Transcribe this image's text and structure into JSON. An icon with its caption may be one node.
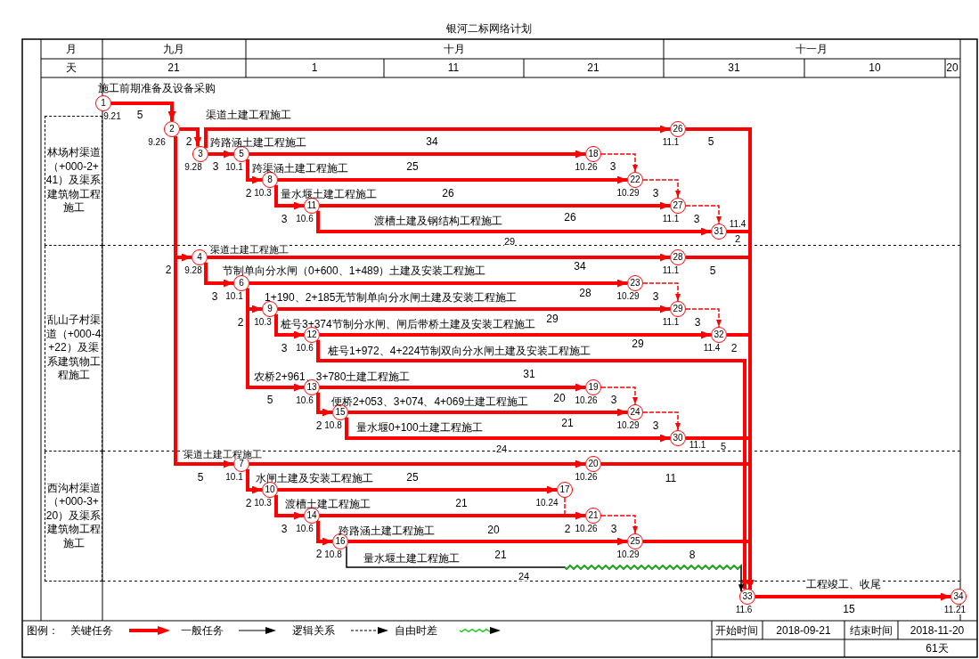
{
  "diagram": {
    "title": "银河二标网络计划",
    "nodes": [
      {
        "text": [
          "1"
        ],
        "beside": [
          "9.21"
        ]
      },
      {
        "text": [
          "林场村渠道（+000-2+41）及渠系建筑物工程施工"
        ]
      },
      {
        "text": [
          "2"
        ],
        "beside": [
          "9.26"
        ]
      },
      {
        "text": [
          "3"
        ],
        "beside": [
          "9.28"
        ]
      },
      {
        "text": [
          "5"
        ],
        "beside": [
          "10.1"
        ]
      },
      {
        "text": [
          "8"
        ],
        "beside": [
          "10.3"
        ]
      },
      {
        "text": [
          "11"
        ],
        "beside": [
          "10.6"
        ]
      },
      {
        "text": [
          "18"
        ],
        "beside": [
          "10.26"
        ]
      },
      {
        "text": [
          "22"
        ],
        "beside": [
          "10.29"
        ]
      },
      {
        "text": [
          "26"
        ],
        "beside": [
          "11.1"
        ]
      },
      {
        "text": [
          "27"
        ],
        "beside": [
          "11.1"
        ]
      },
      {
        "text": [
          "31"
        ],
        "beside": [
          "11.4"
        ]
      },
      {
        "text": [
          "乱山子村渠道（+000-4+22）及渠系建筑物工程施工"
        ]
      },
      {
        "text": [
          "4"
        ],
        "beside": [
          "9.28"
        ]
      },
      {
        "text": [
          "6"
        ],
        "beside": [
          "10.1"
        ]
      },
      {
        "text": [
          "9"
        ],
        "beside": [
          "10.3"
        ]
      },
      {
        "text": [
          "12"
        ],
        "beside": [
          "10.6"
        ]
      },
      {
        "text": [
          "13"
        ],
        "beside": [
          "10.6"
        ]
      },
      {
        "text": [
          "15"
        ],
        "beside": [
          "10.8"
        ]
      },
      {
        "text": [
          "19"
        ],
        "beside": [
          "10.26"
        ]
      },
      {
        "text": [
          "23"
        ],
        "beside": [
          "10.29"
        ]
      },
      {
        "text": [
          "24"
        ],
        "beside": [
          "10.29"
        ]
      },
      {
        "text": [
          "28"
        ],
        "beside": [
          "11.1"
        ]
      },
      {
        "text": [
          "29"
        ],
        "beside": [
          "11.1"
        ]
      },
      {
        "text": [
          "30"
        ],
        "beside": [
          "11.1"
        ]
      },
      {
        "text": [
          "32"
        ],
        "beside": [
          "11.4"
        ]
      },
      {
        "text": [
          "西沟村渠道（+000-3+20）及渠系建筑物工程施工"
        ]
      },
      {
        "text": [
          "7"
        ],
        "beside": [
          "10.1"
        ]
      },
      {
        "text": [
          "10"
        ],
        "beside": [
          "10.3"
        ]
      },
      {
        "text": [
          "14"
        ],
        "beside": [
          "10.6"
        ]
      },
      {
        "text": [
          "16"
        ],
        "beside": [
          "10.8"
        ]
      },
      {
        "text": [
          "17"
        ],
        "beside": [
          "10.24"
        ]
      },
      {
        "text": [
          "20"
        ],
        "beside": [
          "10.26"
        ]
      },
      {
        "text": [
          "21"
        ],
        "beside": [
          "10.26"
        ]
      },
      {
        "text": [
          "25"
        ],
        "beside": [
          "10.29"
        ]
      },
      {
        "text": [
          "33"
        ],
        "beside": [
          "11.6"
        ]
      },
      {
        "text": [
          "34"
        ],
        "beside": [
          "11.21"
        ]
      }
    ],
    "edges": [
      {
        "from": 0,
        "to": 2,
        "arrow": "to",
        "label": "施工前期准备及设备采购"
      },
      {
        "from": 2,
        "to": 3,
        "arrow": "to"
      },
      {
        "from": 3,
        "to": 9,
        "arrow": "to",
        "label": "渠道土建工程施工"
      },
      {
        "from": 3,
        "to": 4,
        "arrow": "to"
      },
      {
        "from": 4,
        "to": 7,
        "arrow": "to",
        "label": "跨路涵土建工程施工"
      },
      {
        "from": 4,
        "to": 5,
        "arrow": "to"
      },
      {
        "from": 5,
        "to": 8,
        "arrow": "to",
        "label": "跨渠涵土建工程施工"
      },
      {
        "from": 5,
        "to": 6,
        "arrow": "to"
      },
      {
        "from": 6,
        "to": 10,
        "arrow": "to",
        "label": "量水堰土建工程施工"
      },
      {
        "from": 6,
        "to": 11,
        "arrow": "to",
        "label": "渡槽土建及钢结构工程施工"
      },
      {
        "from": 7,
        "to": 8,
        "arrow": "to",
        "style": "dashed"
      },
      {
        "from": 8,
        "to": 10,
        "arrow": "to",
        "style": "dashed"
      },
      {
        "from": 10,
        "to": 11,
        "arrow": "to",
        "style": "dashed"
      },
      {
        "from": 9,
        "to": 35,
        "arrow": "to"
      },
      {
        "from": 11,
        "to": 35,
        "arrow": "to"
      },
      {
        "from": 2,
        "to": 13,
        "arrow": "to"
      },
      {
        "from": 13,
        "to": 22,
        "arrow": "to",
        "label": "渠道土建工程施工"
      },
      {
        "from": 13,
        "to": 14,
        "arrow": "to"
      },
      {
        "from": 14,
        "to": 20,
        "arrow": "to",
        "label": "节制单向分水闸（0+600、1+489）土建及安装工程施工"
      },
      {
        "from": 14,
        "to": 15,
        "arrow": "to"
      },
      {
        "from": 15,
        "to": 23,
        "arrow": "to",
        "label": "1+190、2+185无节制单向分水闸土建及安装工程施工"
      },
      {
        "from": 15,
        "to": 16,
        "arrow": "to"
      },
      {
        "from": 16,
        "to": 25,
        "arrow": "to",
        "label": "桩号3+374节制分水闸、闸后带桥土建及安装工程施工"
      },
      {
        "from": 16,
        "to": 35,
        "arrow": "to",
        "label": "桩号1+972、4+224节制双向分水闸土建及安装工程施工"
      },
      {
        "from": 14,
        "to": 17,
        "arrow": "to"
      },
      {
        "from": 17,
        "to": 19,
        "arrow": "to",
        "label": "农桥2+961、3+780土建工程施工"
      },
      {
        "from": 17,
        "to": 18,
        "arrow": "to"
      },
      {
        "from": 18,
        "to": 21,
        "arrow": "to",
        "label": "便桥2+053、3+074、4+069土建工程施工"
      },
      {
        "from": 18,
        "to": 24,
        "arrow": "to",
        "label": "量水堰0+100土建工程施工"
      },
      {
        "from": 19,
        "to": 21,
        "arrow": "to",
        "style": "dashed"
      },
      {
        "from": 21,
        "to": 24,
        "arrow": "to",
        "style": "dashed"
      },
      {
        "from": 20,
        "to": 23,
        "arrow": "to",
        "style": "dashed"
      },
      {
        "from": 23,
        "to": 25,
        "arrow": "to",
        "style": "dashed"
      },
      {
        "from": 22,
        "to": 35,
        "arrow": "to"
      },
      {
        "from": 25,
        "to": 35,
        "arrow": "to"
      },
      {
        "from": 24,
        "to": 35,
        "arrow": "to"
      },
      {
        "from": 2,
        "to": 27,
        "arrow": "to"
      },
      {
        "from": 27,
        "to": 32,
        "arrow": "to",
        "label": "渠道土建工程施工"
      },
      {
        "from": 27,
        "to": 28,
        "arrow": "to"
      },
      {
        "from": 28,
        "to": 31,
        "arrow": "to",
        "label": "水闸土建及安装工程施工"
      },
      {
        "from": 28,
        "to": 29,
        "arrow": "to"
      },
      {
        "from": 29,
        "to": 33,
        "arrow": "to",
        "label": "渡槽土建工程施工"
      },
      {
        "from": 29,
        "to": 30,
        "arrow": "to"
      },
      {
        "from": 30,
        "to": 34,
        "arrow": "to",
        "label": "跨路涵土建工程施工"
      },
      {
        "from": 30,
        "to": 35,
        "arrow": "to",
        "label": "量水堰土建工程施工",
        "color": "#000000"
      },
      {
        "from": 31,
        "to": 33,
        "arrow": "to",
        "style": "dashed"
      },
      {
        "from": 33,
        "to": 34,
        "arrow": "to",
        "style": "dashed"
      },
      {
        "from": 32,
        "to": 35,
        "arrow": "to"
      },
      {
        "from": 34,
        "to": 35,
        "arrow": "to"
      },
      {
        "from": 35,
        "to": 36,
        "arrow": "to",
        "label": "工程竣工、收尾"
      }
    ],
    "labels": [
      "月",
      "九月",
      "十月",
      "十一月",
      "天",
      "21",
      "1",
      "11",
      "21",
      "31",
      "10",
      "20",
      "5",
      "2",
      "34",
      "5",
      "3",
      "25",
      "3",
      "2",
      "26",
      "3",
      "3",
      "26",
      "3",
      "29",
      "2",
      "2",
      "34",
      "5",
      "3",
      "28",
      "3",
      "2",
      "29",
      "3",
      "3",
      "29",
      "2",
      "31",
      "5",
      "20",
      "3",
      "2",
      "21",
      "3",
      "24",
      "5",
      "5",
      "25",
      "11",
      "2",
      "21",
      "3",
      "20",
      "2",
      "3",
      "2",
      "21",
      "8",
      "24",
      "15",
      "图例：",
      "开始时间",
      "2018-09-21",
      "结束时间",
      "2018-11-20",
      "61天"
    ],
    "legend": [
      {
        "text": "关键任务"
      },
      {
        "text": "一般任务"
      },
      {
        "text": "逻辑关系"
      },
      {
        "text": "自由时差"
      }
    ]
  }
}
